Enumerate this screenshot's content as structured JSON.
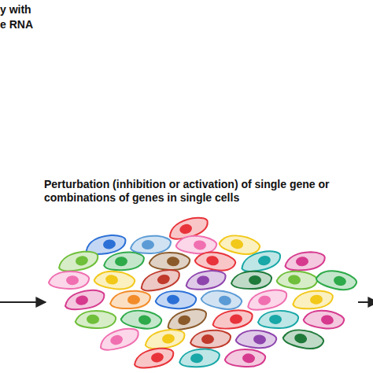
{
  "diagram": {
    "labels": [
      "y with",
      "e RNA",
      "Perturbation (inhibition or activation) of single gene or combinations of genes in single cells"
    ]
  }
}
